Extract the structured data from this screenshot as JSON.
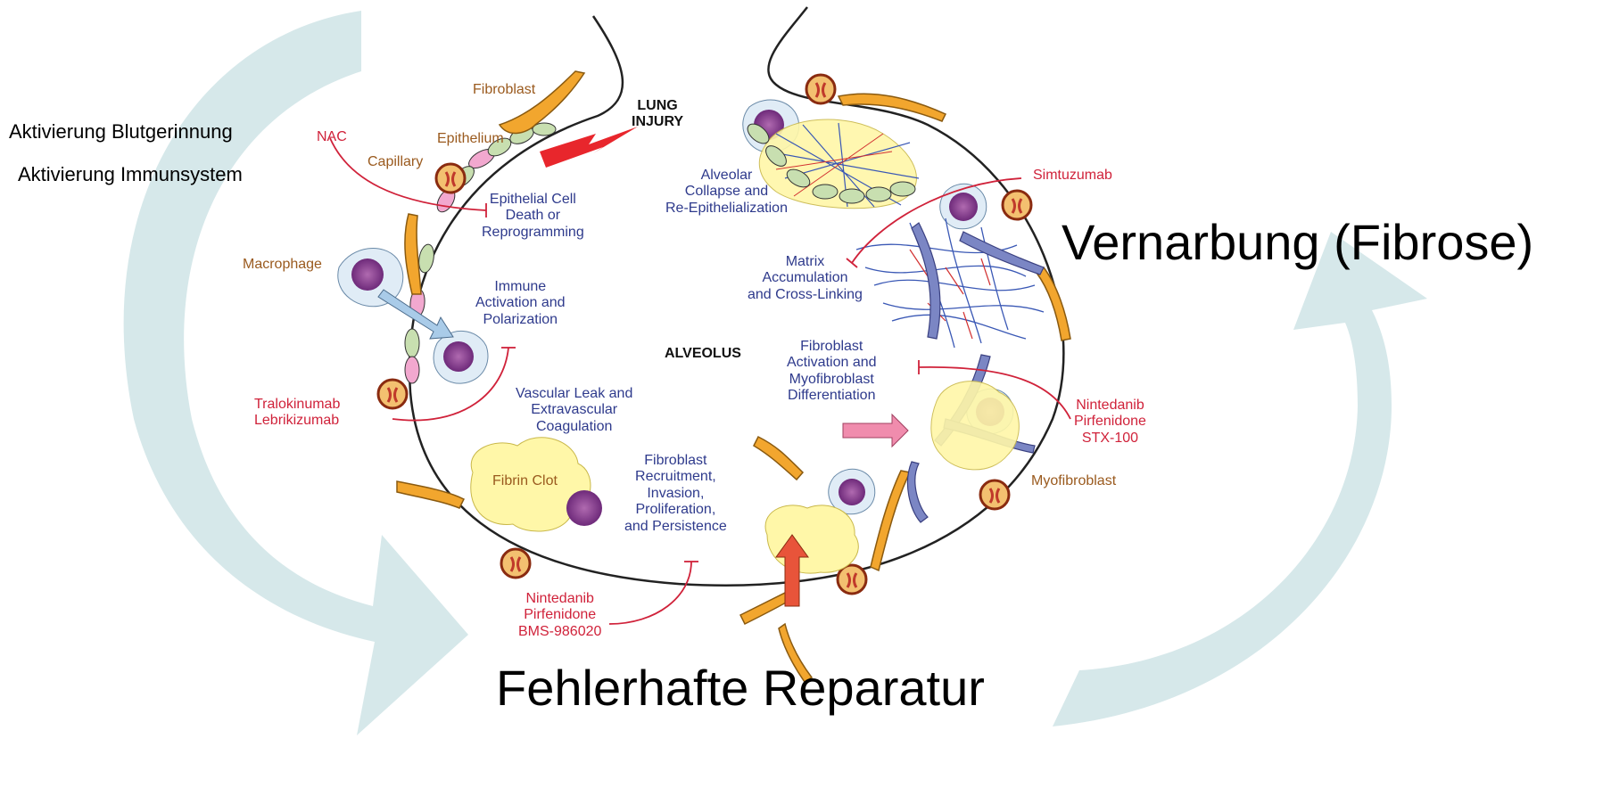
{
  "colors": {
    "cycle_arrow": "#cfe6e8",
    "drug": "#d0223a",
    "process": "#2e3a8c",
    "cell_label": "#9a5a1e",
    "fibroblast": "#f2a62e",
    "epithelium": "#c8dfb0",
    "capillary": "#e8a8c8",
    "myofibroblast": "#7b86c4",
    "fibrin": "#fff7a8",
    "macrophage": "#8e3a8e"
  },
  "cycle": {
    "left_top": "Aktivierung Blutgerinnung",
    "left_bottom": "Aktivierung Immunsystem",
    "right": "Vernarbung (Fibrose)",
    "bottom": "Fehlerhafte Reparatur"
  },
  "diagram": {
    "center": "ALVEOLUS",
    "injury": "LUNG\nINJURY",
    "cells": {
      "fibroblast": "Fibroblast",
      "epithelium": "Epithelium",
      "capillary": "Capillary",
      "macrophage": "Macrophage",
      "fibrin_clot": "Fibrin Clot",
      "myofibroblast": "Myofibroblast"
    },
    "processes": {
      "epithelial": "Epithelial Cell\nDeath or\nReprogramming",
      "immune": "Immune\nActivation and\nPolarization",
      "vascular": "Vascular Leak and\nExtravascular\nCoagulation",
      "recruitment": "Fibroblast\nRecruitment,\nInvasion,\nProliferation,\nand Persistence",
      "collapse": "Alveolar\nCollapse and\nRe-Epithelialization",
      "matrix": "Matrix\nAccumulation\nand Cross-Linking",
      "activation": "Fibroblast\nActivation and\nMyofibroblast\nDifferentiation"
    },
    "drugs": {
      "nac": "NAC",
      "tralo": "Tralokinumab\nLebrikizumab",
      "bottom": "Nintedanib\nPirfenidone\nBMS-986020",
      "simtuzumab": "Simtuzumab",
      "right": "Nintedanib\nPirfenidone\nSTX-100"
    }
  }
}
